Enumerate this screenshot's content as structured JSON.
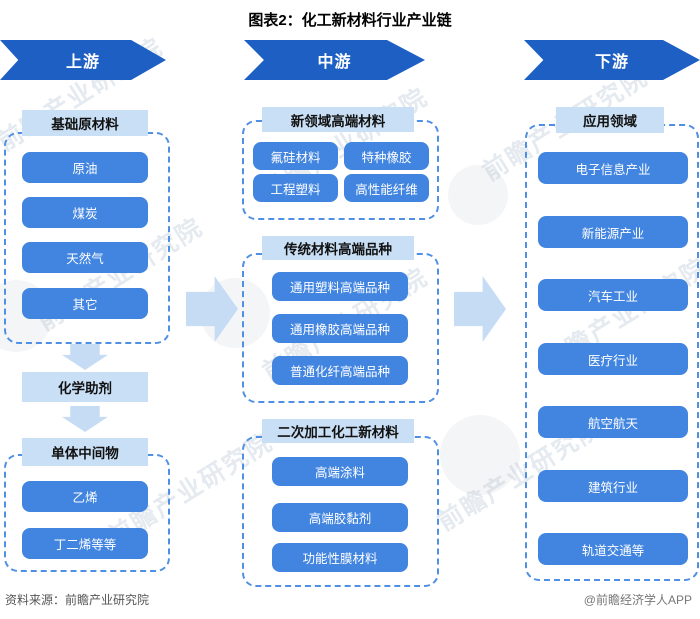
{
  "title": "图表2：化工新材料行业产业链",
  "source": {
    "left": "资料来源：前瞻产业研究院",
    "right": "@前瞻经济学人APP"
  },
  "watermark": {
    "brand": "前瞻产业研究院"
  },
  "colors": {
    "banner_blue": "#1e5fc4",
    "node_blue": "#4285e0",
    "header_light_blue": "#c9dff5",
    "arrow_light_blue": "#c6dcf5",
    "dashed_border_blue": "#4f90e5"
  },
  "upstream": {
    "banner": "上游",
    "base_materials": {
      "header": "基础原材料",
      "items": [
        "原油",
        "煤炭",
        "天然气",
        "其它"
      ]
    },
    "chemical_additives": {
      "header": "化学助剂"
    },
    "monomer_intermediates": {
      "header": "单体中间物",
      "items": [
        "乙烯",
        "丁二烯等等"
      ]
    }
  },
  "midstream": {
    "banner": "中游",
    "new_field_materials": {
      "header": "新领域高端材料",
      "items": [
        "氟硅材料",
        "特种橡胶",
        "工程塑料",
        "高性能纤维"
      ]
    },
    "traditional_materials": {
      "header": "传统材料高端品种",
      "items": [
        "通用塑料高端品种",
        "通用橡胶高端品种",
        "普通化纤高端品种"
      ]
    },
    "secondary_processing": {
      "header": "二次加工化工新材料",
      "items": [
        "高端涂料",
        "高端胶黏剂",
        "功能性膜材料"
      ]
    }
  },
  "downstream": {
    "banner": "下游",
    "application_fields": {
      "header": "应用领域",
      "items": [
        "电子信息产业",
        "新能源产业",
        "汽车工业",
        "医疗行业",
        "航空航天",
        "建筑行业",
        "轨道交通等"
      ]
    }
  }
}
